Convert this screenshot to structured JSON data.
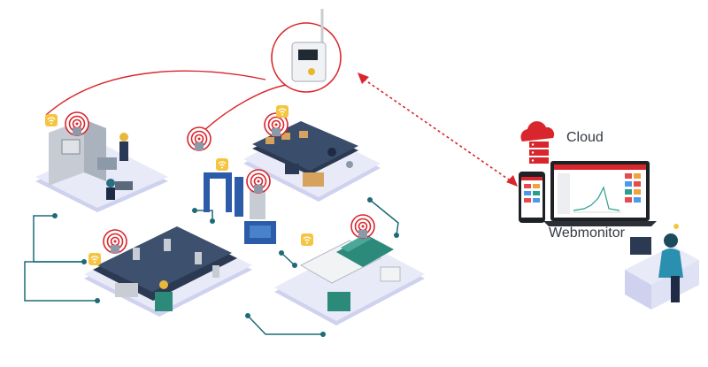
{
  "labels": {
    "cloud": "Cloud",
    "webmonitor": "Webmonitor"
  },
  "colors": {
    "accent_red": "#d9262c",
    "platform": "#e9eaf8",
    "platform_edge": "#cfd2ef",
    "connector": "#1d6b76",
    "text": "#333a44"
  },
  "icons": [
    "signal-icon",
    "wifi-badge-icon",
    "cloud-server-icon",
    "gateway-device"
  ]
}
